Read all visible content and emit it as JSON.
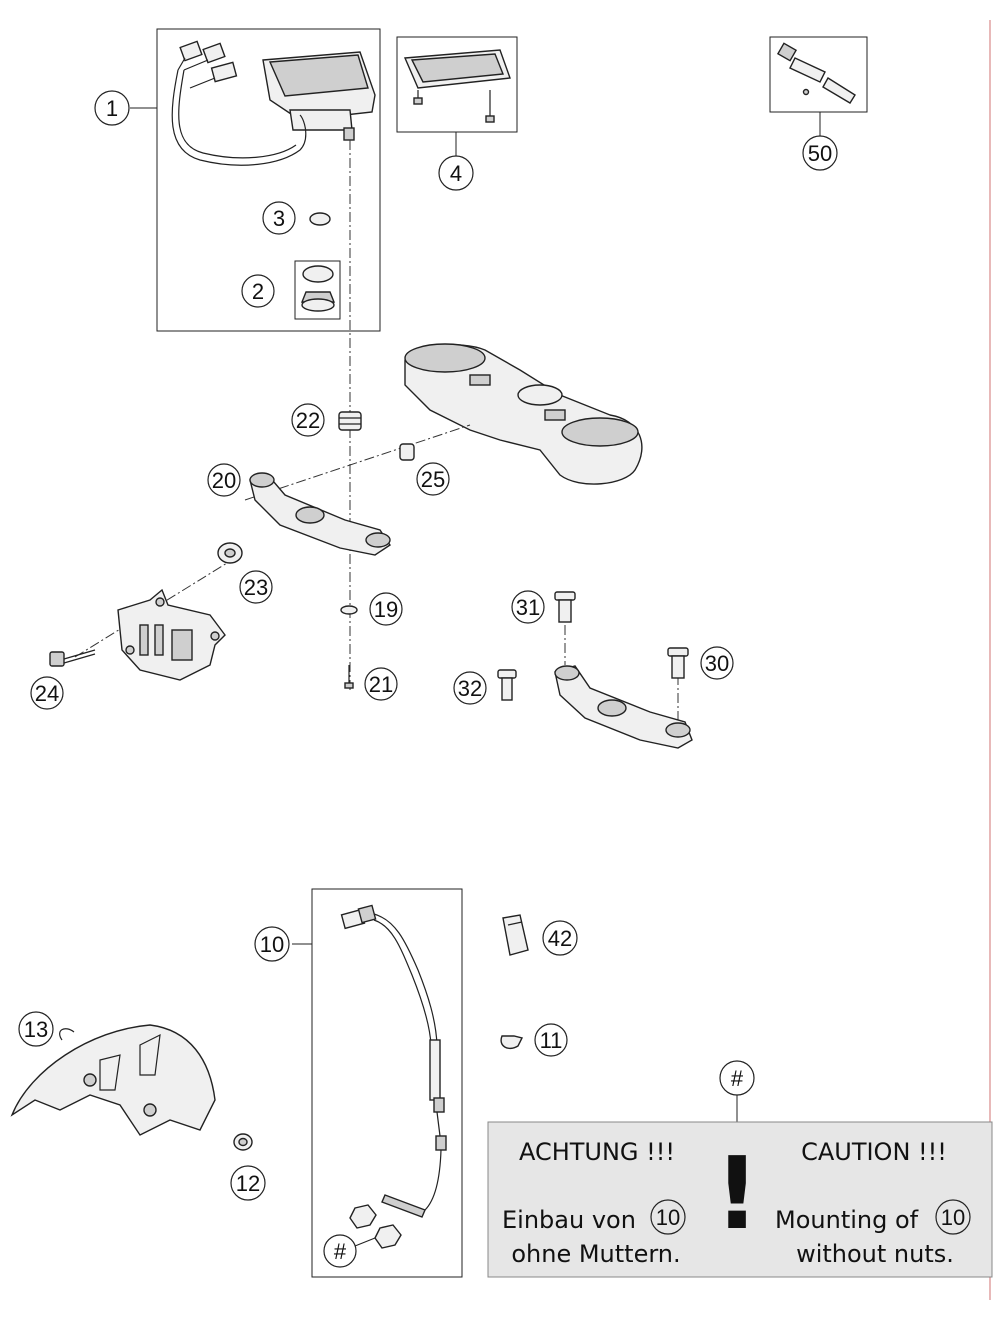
{
  "callouts": {
    "c1": "1",
    "c2": "2",
    "c3": "3",
    "c4": "4",
    "c50": "50",
    "c22": "22",
    "c20": "20",
    "c25": "25",
    "c23": "23",
    "c19": "19",
    "c24": "24",
    "c21": "21",
    "c31": "31",
    "c30": "30",
    "c32": "32",
    "c10": "10",
    "c42": "42",
    "c13": "13",
    "c11": "11",
    "c12": "12",
    "hash_top": "#",
    "hash_bottom": "#"
  },
  "caution": {
    "german_title": "ACHTUNG !!!",
    "german_line1_a": "Einbau von",
    "german_line1_ref": "10",
    "german_line2": "ohne Muttern.",
    "english_title": "CAUTION !!!",
    "english_line1_a": "Mounting of",
    "english_line1_ref": "10",
    "english_line2": "without nuts.",
    "exclamation": "!"
  },
  "colors": {
    "ink": "#111111",
    "frame_right": "#d98a8a",
    "caution_bg": "#e6e6e6"
  }
}
